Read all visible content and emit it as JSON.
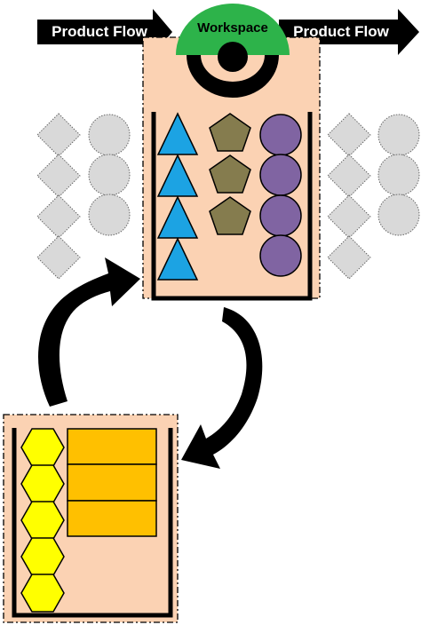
{
  "header": {
    "product_flow_left": "Product Flow",
    "workspace_label": "Workspace",
    "product_flow_right": "Product Flow"
  },
  "colors": {
    "background": "#ffffff",
    "panel": "#fbd2b3",
    "workspace_cap": "#2db34a",
    "triangle": "#1ca3e3",
    "pentagon": "#857c4e",
    "circle": "#8064a2",
    "hexagon": "#ffff00",
    "rectangle": "#ffc000",
    "queue_shape": "#d9d9d9",
    "arrow": "#000000"
  },
  "workspace_bin": {
    "triangles": 4,
    "pentagons": 3,
    "circles": 4
  },
  "queues": {
    "left_diamonds": 4,
    "left_circles": 3,
    "right_diamonds": 4,
    "right_circles": 3
  },
  "storage_bin": {
    "hexagons": 5,
    "rectangles": 3
  },
  "icons": [
    "product-flow-arrow-icon",
    "workspace-cap-icon",
    "cycle-arrow-icon"
  ]
}
